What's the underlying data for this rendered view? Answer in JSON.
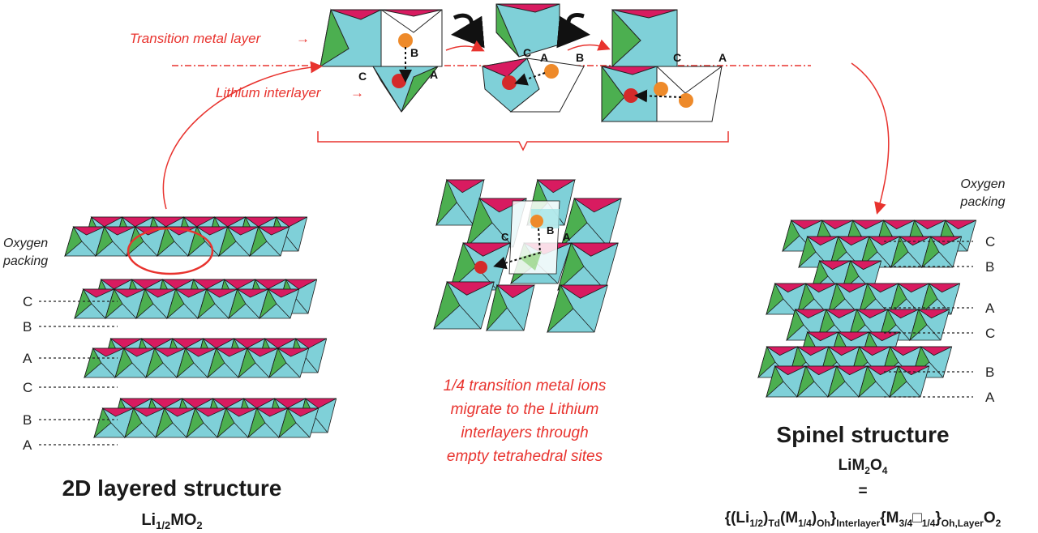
{
  "labels": {
    "transition_metal_layer": "Transition metal layer",
    "lithium_interlayer": "Lithium interlayer",
    "oxygen_packing_left": [
      "Oxygen",
      "packing"
    ],
    "oxygen_packing_right": [
      "Oxygen",
      "packing"
    ],
    "site_c": "C",
    "site_b": "B",
    "site_a": "A",
    "arrow_glyph": "→"
  },
  "left_panel": {
    "stacking": [
      "C",
      "B",
      "A",
      "C",
      "B",
      "A"
    ],
    "title": "2D layered structure",
    "formula": {
      "base": "Li",
      "sub1": "1/2",
      "rest": "MO",
      "sub2": "2"
    }
  },
  "middle_panel": {
    "caption": [
      "1/4 transition metal ions",
      "migrate to the Lithium",
      "interlayers through",
      "empty tetrahedral sites"
    ]
  },
  "right_panel": {
    "stacking": [
      "C",
      "B",
      "A",
      "C",
      "B",
      "A"
    ],
    "title": "Spinel structure",
    "formula": {
      "base": "LiM",
      "sub1": "2",
      "rest": "O",
      "sub2": "4"
    },
    "equals": "=",
    "full_formula": {
      "p1": "{(Li",
      "s1": "1/2",
      "p2": ")",
      "s2": "Td",
      "p3": "(M",
      "s3": "1/4",
      "p4": ")",
      "s4": "Oh",
      "p5": "}",
      "s5": "Interlayer",
      "p6": "{M",
      "s6": "3/4",
      "p7": "□",
      "s7": "1/4",
      "p8": "}",
      "s8": "Oh,Layer",
      "p9": "O",
      "s9": "2"
    }
  },
  "colors": {
    "accent_red": "#e8332e",
    "octahedron_cyan": "#7fd0d8",
    "octahedron_green": "#4caf50",
    "octahedron_magenta": "#d81b60",
    "lithium_ion": "#d42a2a",
    "metal_ion": "#ee8a2a"
  }
}
